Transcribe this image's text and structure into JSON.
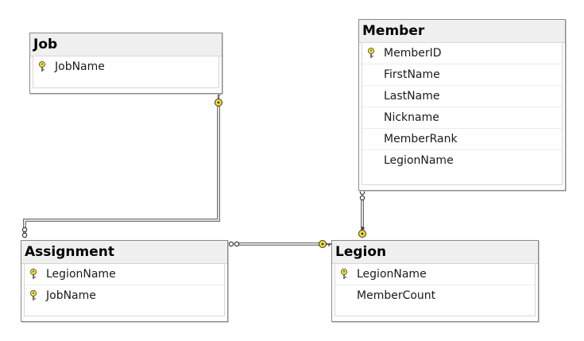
{
  "colors": {
    "key": "#f2e12a",
    "connector": "#707070",
    "header": "#f0f0f0"
  },
  "tables": {
    "job": {
      "title": "Job",
      "columns": [
        {
          "name": "JobName",
          "pk": true
        }
      ]
    },
    "member": {
      "title": "Member",
      "columns": [
        {
          "name": "MemberID",
          "pk": true
        },
        {
          "name": "FirstName",
          "pk": false
        },
        {
          "name": "LastName",
          "pk": false
        },
        {
          "name": "Nickname",
          "pk": false
        },
        {
          "name": "MemberRank",
          "pk": false
        },
        {
          "name": "LegionName",
          "pk": false
        }
      ]
    },
    "assignment": {
      "title": "Assignment",
      "columns": [
        {
          "name": "LegionName",
          "pk": true
        },
        {
          "name": "JobName",
          "pk": true
        }
      ]
    },
    "legion": {
      "title": "Legion",
      "columns": [
        {
          "name": "LegionName",
          "pk": true
        },
        {
          "name": "MemberCount",
          "pk": false
        }
      ]
    }
  },
  "relationships": [
    {
      "from": "assignment",
      "to": "job",
      "from_end": "infinity-icon",
      "to_end": "key-icon"
    },
    {
      "from": "assignment",
      "to": "legion",
      "from_end": "infinity-icon",
      "to_end": "key-icon"
    },
    {
      "from": "member",
      "to": "legion",
      "from_end": "infinity-icon",
      "to_end": "key-icon"
    }
  ]
}
